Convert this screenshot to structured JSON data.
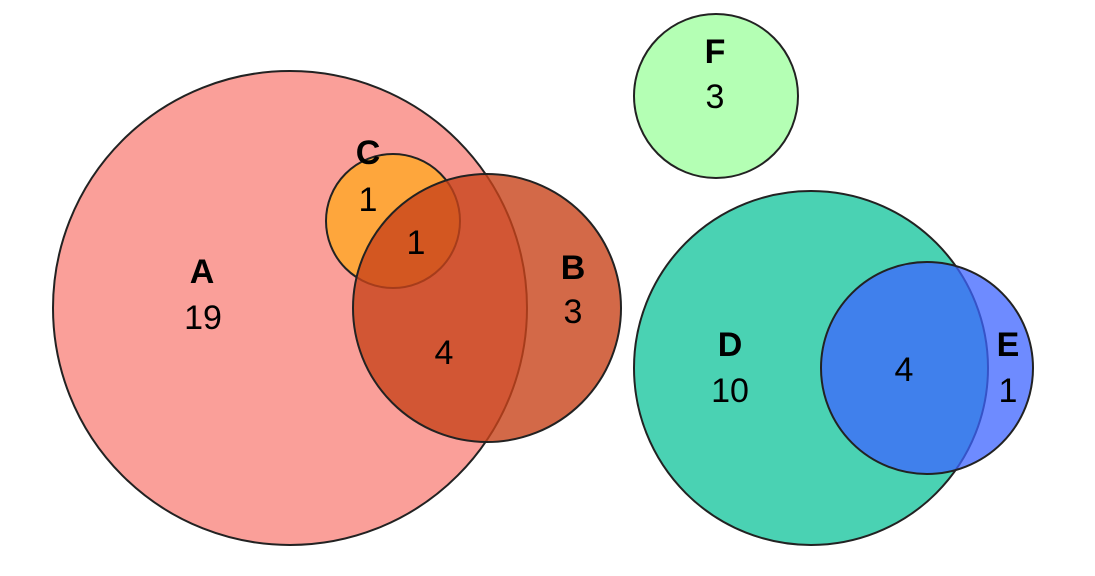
{
  "sets": [
    {
      "key": "A",
      "label": "A",
      "count": "19",
      "fill": "#F8766D",
      "fill_opacity": 0.7
    },
    {
      "key": "B",
      "label": "B",
      "count": "3",
      "fill": "#C8431A",
      "fill_opacity": 0.8
    },
    {
      "key": "C",
      "label": "C",
      "count": "1",
      "fill": "#FFA81E",
      "fill_opacity": 0.75
    },
    {
      "key": "D",
      "label": "D",
      "count": "10",
      "fill": "#1DC7A0",
      "fill_opacity": 0.8
    },
    {
      "key": "E",
      "label": "E",
      "count": "1",
      "fill": "#3D64FF",
      "fill_opacity": 0.75
    },
    {
      "key": "F",
      "label": "F",
      "count": "3",
      "fill": "#9BFF9B",
      "fill_opacity": 0.75
    }
  ],
  "intersections": [
    {
      "key": "A-C",
      "sets": [
        "A",
        "C"
      ],
      "count": "1"
    },
    {
      "key": "A-B",
      "sets": [
        "A",
        "B"
      ],
      "count": "4"
    },
    {
      "key": "D-E",
      "sets": [
        "D",
        "E"
      ],
      "count": "4"
    }
  ]
}
